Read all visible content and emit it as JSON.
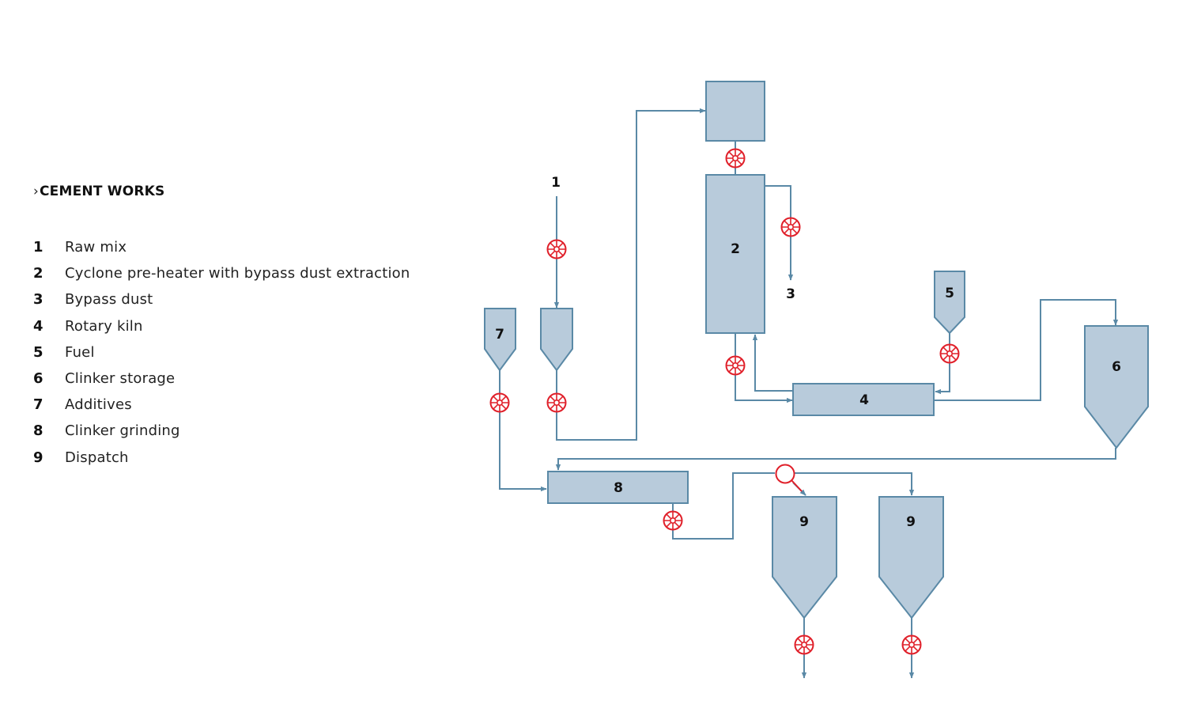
{
  "title": "CEMENT WORKS",
  "title_icon": "chevron-right-icon",
  "legend": [
    {
      "num": "1",
      "label": "Raw mix"
    },
    {
      "num": "2",
      "label": "Cyclone pre-heater with bypass dust extraction"
    },
    {
      "num": "3",
      "label": "Bypass dust"
    },
    {
      "num": "4",
      "label": "Rotary kiln"
    },
    {
      "num": "5",
      "label": "Fuel"
    },
    {
      "num": "6",
      "label": "Clinker storage"
    },
    {
      "num": "7",
      "label": "Additives"
    },
    {
      "num": "8",
      "label": "Clinker grinding"
    },
    {
      "num": "9",
      "label": "Dispatch"
    }
  ],
  "diagram_labels": {
    "raw_mix": "1",
    "preheater": "2",
    "bypass_dust": "3",
    "kiln": "4",
    "fuel": "5",
    "clinker_storage": "6",
    "additives": "7",
    "clinker_grinding": "8",
    "dispatch_a": "9",
    "dispatch_b": "9"
  },
  "colors": {
    "vessel_fill": "#b8cbdb",
    "vessel_stroke": "#5a89a6",
    "line": "#5a89a6",
    "valve": "#e0202a",
    "text": "#111111"
  }
}
